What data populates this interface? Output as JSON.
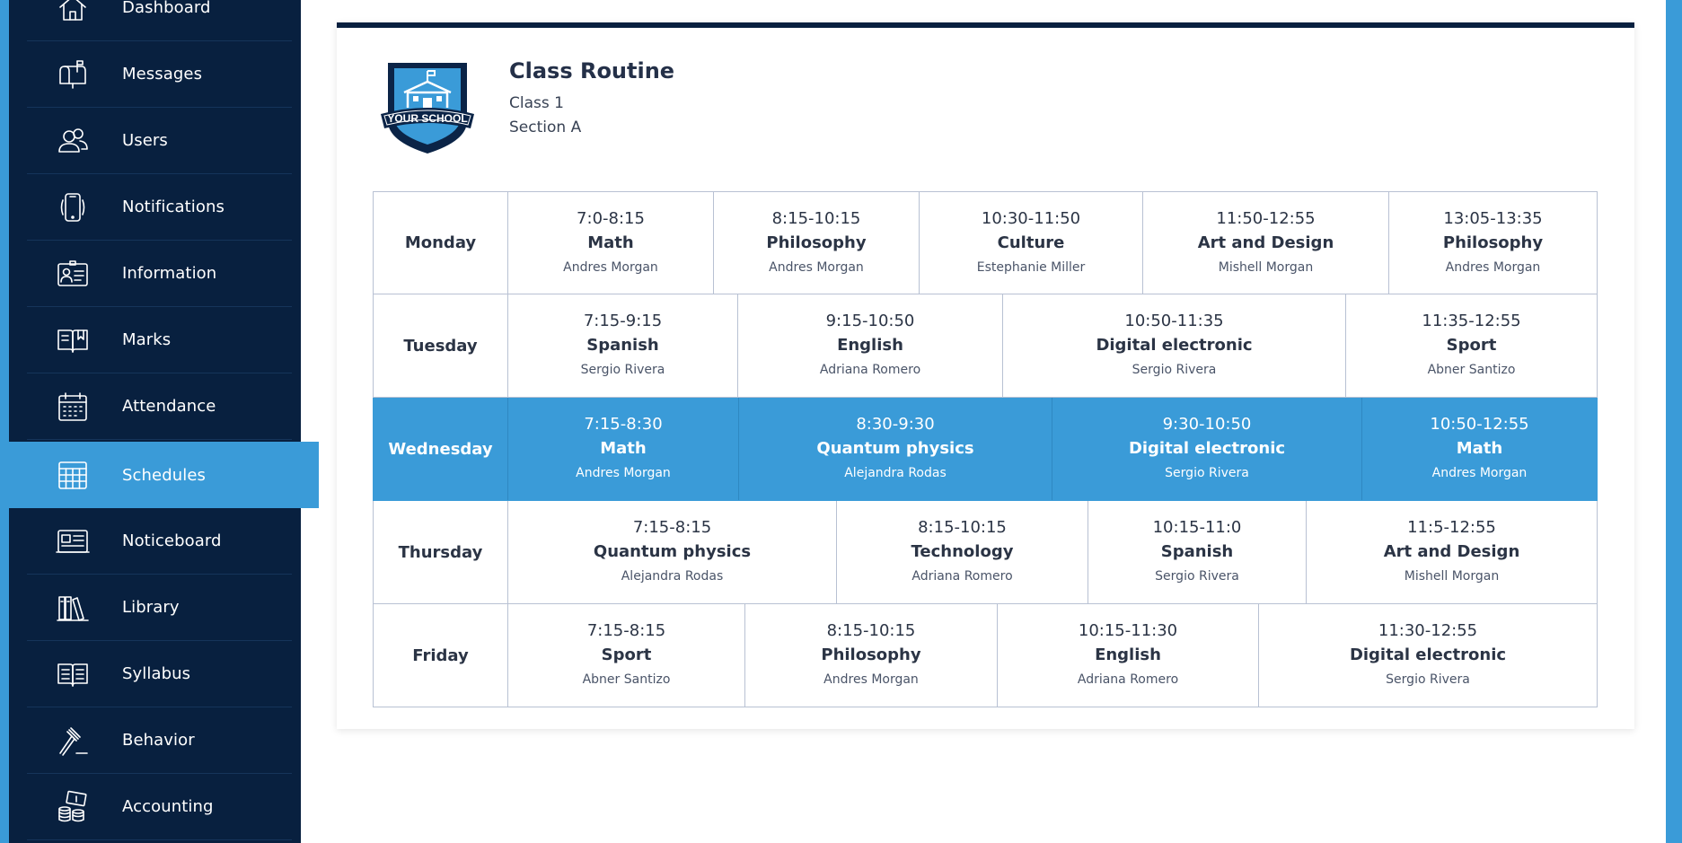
{
  "sidebar": {
    "items": [
      {
        "label": "Dashboard",
        "icon": "home-icon"
      },
      {
        "label": "Messages",
        "icon": "mailbox-icon"
      },
      {
        "label": "Users",
        "icon": "users-icon"
      },
      {
        "label": "Notifications",
        "icon": "phone-notification-icon"
      },
      {
        "label": "Information",
        "icon": "id-card-icon"
      },
      {
        "label": "Marks",
        "icon": "book-mark-icon"
      },
      {
        "label": "Attendance",
        "icon": "calendar-icon"
      },
      {
        "label": "Schedules",
        "icon": "schedule-grid-icon",
        "active": true
      },
      {
        "label": "Noticeboard",
        "icon": "noticeboard-icon"
      },
      {
        "label": "Library",
        "icon": "library-books-icon"
      },
      {
        "label": "Syllabus",
        "icon": "open-book-icon"
      },
      {
        "label": "Behavior",
        "icon": "gavel-icon"
      },
      {
        "label": "Accounting",
        "icon": "money-stack-icon"
      }
    ]
  },
  "header": {
    "title": "Class Routine",
    "class_name": "Class 1",
    "section_name": "Section A",
    "logo_text": "YOUR SCHOOL"
  },
  "routine": [
    {
      "day": "Monday",
      "slots": [
        {
          "time": "7:0-8:15",
          "subject": "Math",
          "teacher": "Andres Morgan"
        },
        {
          "time": "8:15-10:15",
          "subject": "Philosophy",
          "teacher": "Andres Morgan"
        },
        {
          "time": "10:30-11:50",
          "subject": "Culture",
          "teacher": "Estephanie Miller"
        },
        {
          "time": "11:50-12:55",
          "subject": "Art and Design",
          "teacher": "Mishell Morgan"
        },
        {
          "time": "13:05-13:35",
          "subject": "Philosophy",
          "teacher": "Andres Morgan"
        }
      ]
    },
    {
      "day": "Tuesday",
      "slots": [
        {
          "time": "7:15-9:15",
          "subject": "Spanish",
          "teacher": "Sergio Rivera"
        },
        {
          "time": "9:15-10:50",
          "subject": "English",
          "teacher": "Adriana Romero"
        },
        {
          "time": "10:50-11:35",
          "subject": "Digital electronic",
          "teacher": "Sergio Rivera"
        },
        {
          "time": "11:35-12:55",
          "subject": "Sport",
          "teacher": "Abner Santizo"
        }
      ]
    },
    {
      "day": "Wednesday",
      "highlight": true,
      "slots": [
        {
          "time": "7:15-8:30",
          "subject": "Math",
          "teacher": "Andres Morgan"
        },
        {
          "time": "8:30-9:30",
          "subject": "Quantum physics",
          "teacher": "Alejandra Rodas"
        },
        {
          "time": "9:30-10:50",
          "subject": "Digital electronic",
          "teacher": "Sergio Rivera"
        },
        {
          "time": "10:50-12:55",
          "subject": "Math",
          "teacher": "Andres Morgan"
        }
      ]
    },
    {
      "day": "Thursday",
      "slots": [
        {
          "time": "7:15-8:15",
          "subject": "Quantum physics",
          "teacher": "Alejandra Rodas"
        },
        {
          "time": "8:15-10:15",
          "subject": "Technology",
          "teacher": "Adriana Romero"
        },
        {
          "time": "10:15-11:0",
          "subject": "Spanish",
          "teacher": "Sergio Rivera"
        },
        {
          "time": "11:5-12:55",
          "subject": "Art and Design",
          "teacher": "Mishell Morgan"
        }
      ]
    },
    {
      "day": "Friday",
      "slots": [
        {
          "time": "7:15-8:15",
          "subject": "Sport",
          "teacher": "Abner Santizo"
        },
        {
          "time": "8:15-10:15",
          "subject": "Philosophy",
          "teacher": "Andres Morgan"
        },
        {
          "time": "10:15-11:30",
          "subject": "English",
          "teacher": "Adriana Romero"
        },
        {
          "time": "11:30-12:55",
          "subject": "Digital electronic",
          "teacher": "Sergio Rivera"
        }
      ]
    }
  ],
  "colors": {
    "sidebar_bg": "#08203f",
    "accent": "#3a9bd8",
    "text_dark": "#2b3445"
  }
}
